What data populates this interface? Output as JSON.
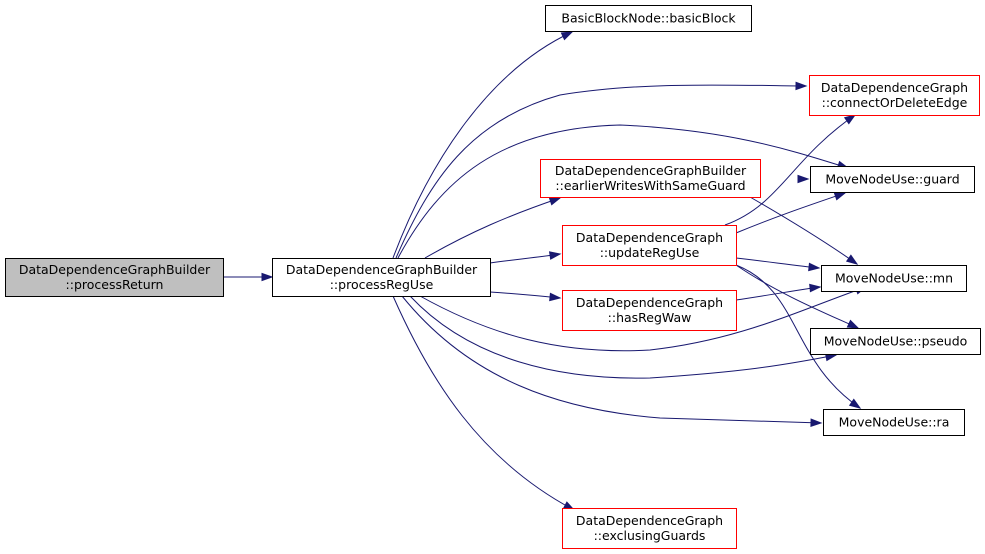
{
  "colors": {
    "edge": "#191970",
    "border_default": "#000000",
    "border_highlight": "#ff0000",
    "fill_default": "#ffffff",
    "fill_focus": "#bfbfbf"
  },
  "nodes": [
    {
      "id": "processReturn",
      "lines": [
        "DataDependenceGraphBuilder",
        "::processReturn"
      ],
      "style": "focus"
    },
    {
      "id": "processRegUse",
      "lines": [
        "DataDependenceGraphBuilder",
        "::processRegUse"
      ],
      "style": "default"
    },
    {
      "id": "basicBlock",
      "lines": [
        "BasicBlockNode::basicBlock"
      ],
      "style": "default"
    },
    {
      "id": "connectOrDeleteEdge",
      "lines": [
        "DataDependenceGraph",
        "::connectOrDeleteEdge"
      ],
      "style": "highlight"
    },
    {
      "id": "earlierWrites",
      "lines": [
        "DataDependenceGraphBuilder",
        "::earlierWritesWithSameGuard"
      ],
      "style": "highlight"
    },
    {
      "id": "guard",
      "lines": [
        "MoveNodeUse::guard"
      ],
      "style": "default"
    },
    {
      "id": "updateRegUse",
      "lines": [
        "DataDependenceGraph",
        "::updateRegUse"
      ],
      "style": "highlight"
    },
    {
      "id": "mn",
      "lines": [
        "MoveNodeUse::mn"
      ],
      "style": "default"
    },
    {
      "id": "hasRegWaw",
      "lines": [
        "DataDependenceGraph",
        "::hasRegWaw"
      ],
      "style": "highlight"
    },
    {
      "id": "pseudo",
      "lines": [
        "MoveNodeUse::pseudo"
      ],
      "style": "default"
    },
    {
      "id": "ra",
      "lines": [
        "MoveNodeUse::ra"
      ],
      "style": "default"
    },
    {
      "id": "exclusingGuards",
      "lines": [
        "DataDependenceGraph",
        "::exclusingGuards"
      ],
      "style": "highlight"
    }
  ],
  "edges": [
    {
      "from": "processReturn",
      "to": "processRegUse"
    },
    {
      "from": "processRegUse",
      "to": "basicBlock"
    },
    {
      "from": "processRegUse",
      "to": "connectOrDeleteEdge"
    },
    {
      "from": "processRegUse",
      "to": "guard"
    },
    {
      "from": "processRegUse",
      "to": "earlierWrites"
    },
    {
      "from": "processRegUse",
      "to": "updateRegUse"
    },
    {
      "from": "processRegUse",
      "to": "hasRegWaw"
    },
    {
      "from": "processRegUse",
      "to": "mn"
    },
    {
      "from": "processRegUse",
      "to": "pseudo"
    },
    {
      "from": "processRegUse",
      "to": "ra"
    },
    {
      "from": "processRegUse",
      "to": "exclusingGuards"
    },
    {
      "from": "earlierWrites",
      "to": "guard"
    },
    {
      "from": "earlierWrites",
      "to": "mn"
    },
    {
      "from": "updateRegUse",
      "to": "connectOrDeleteEdge"
    },
    {
      "from": "updateRegUse",
      "to": "guard"
    },
    {
      "from": "updateRegUse",
      "to": "mn"
    },
    {
      "from": "updateRegUse",
      "to": "pseudo"
    },
    {
      "from": "updateRegUse",
      "to": "ra"
    },
    {
      "from": "hasRegWaw",
      "to": "mn"
    }
  ]
}
